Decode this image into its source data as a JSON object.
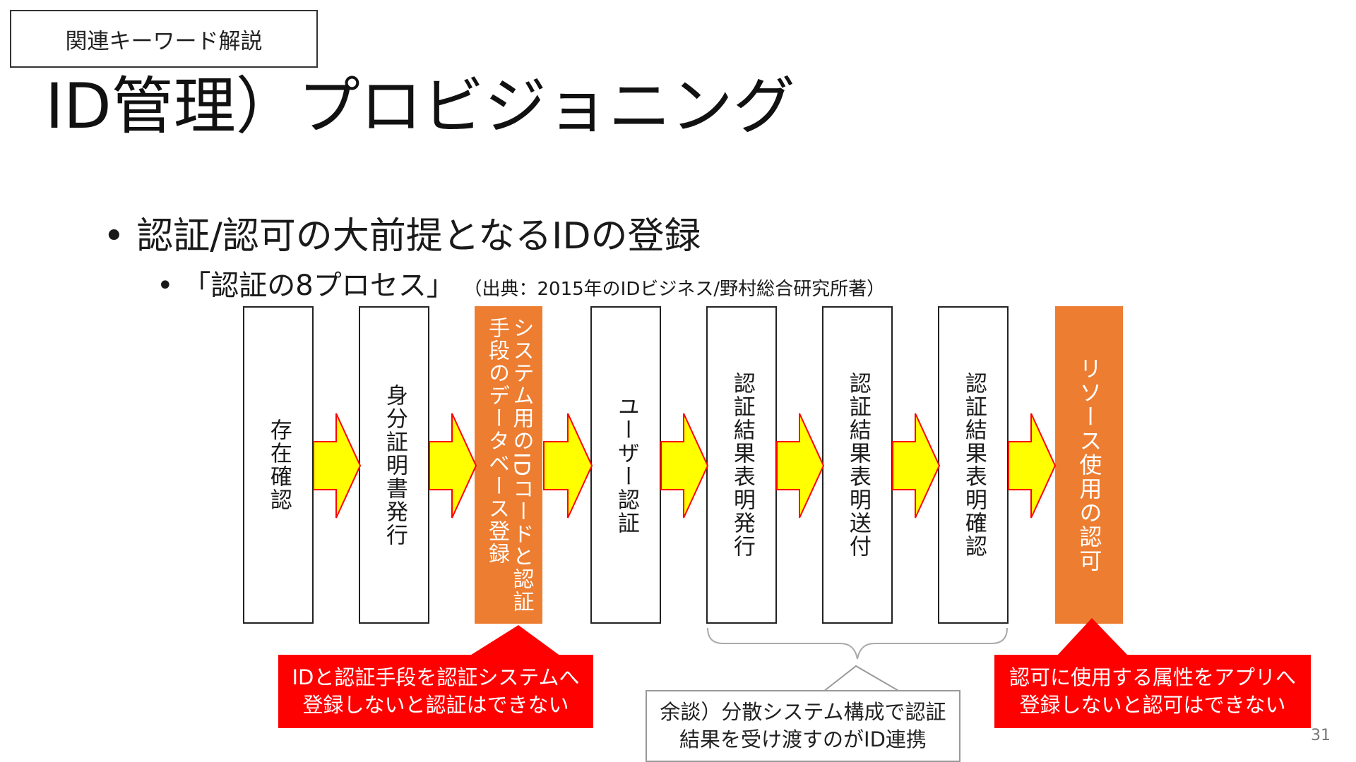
{
  "header_tag": "関連キーワード解説",
  "title": "ID管理）プロビジョニング",
  "bullet1": "認証/認可の大前提となるIDの登録",
  "bullet2": "「認証の8プロセス」",
  "bullet2_source": "（出典：2015年のIDビジネス/野村総合研究所著）",
  "bullet_mark": "•",
  "steps": [
    {
      "label": "存在確認",
      "highlight": false
    },
    {
      "label": "身分証明書発行",
      "highlight": false
    },
    {
      "label": "システム用のIDコードと認証手段のデータベース登録",
      "line1": "システム用のIDコードと認証",
      "line2": "手段のデータベース登録",
      "highlight": true
    },
    {
      "label": "ユーザー認証",
      "highlight": false
    },
    {
      "label": "認証結果表明発行",
      "highlight": false
    },
    {
      "label": "認証結果表明送付",
      "highlight": false
    },
    {
      "label": "認証結果表明確認",
      "highlight": false
    },
    {
      "label": "リソース使用の認可",
      "highlight": true
    }
  ],
  "callouts": {
    "left": {
      "line1": "IDと認証手段を認証システムへ",
      "line2": "登録しないと認証はできない"
    },
    "center": {
      "line1": "余談）分散システム構成で認証",
      "line2": "結果を受け渡すのがID連携"
    },
    "right": {
      "line1": "認可に使用する属性をアプリへ",
      "line2": "登録しないと認可はできない"
    }
  },
  "page_number": "31",
  "colors": {
    "orange": "#ed7d31",
    "callout_red": "#ff0000",
    "arrow_fill": "#ffff00",
    "arrow_stroke": "#ff0000"
  }
}
